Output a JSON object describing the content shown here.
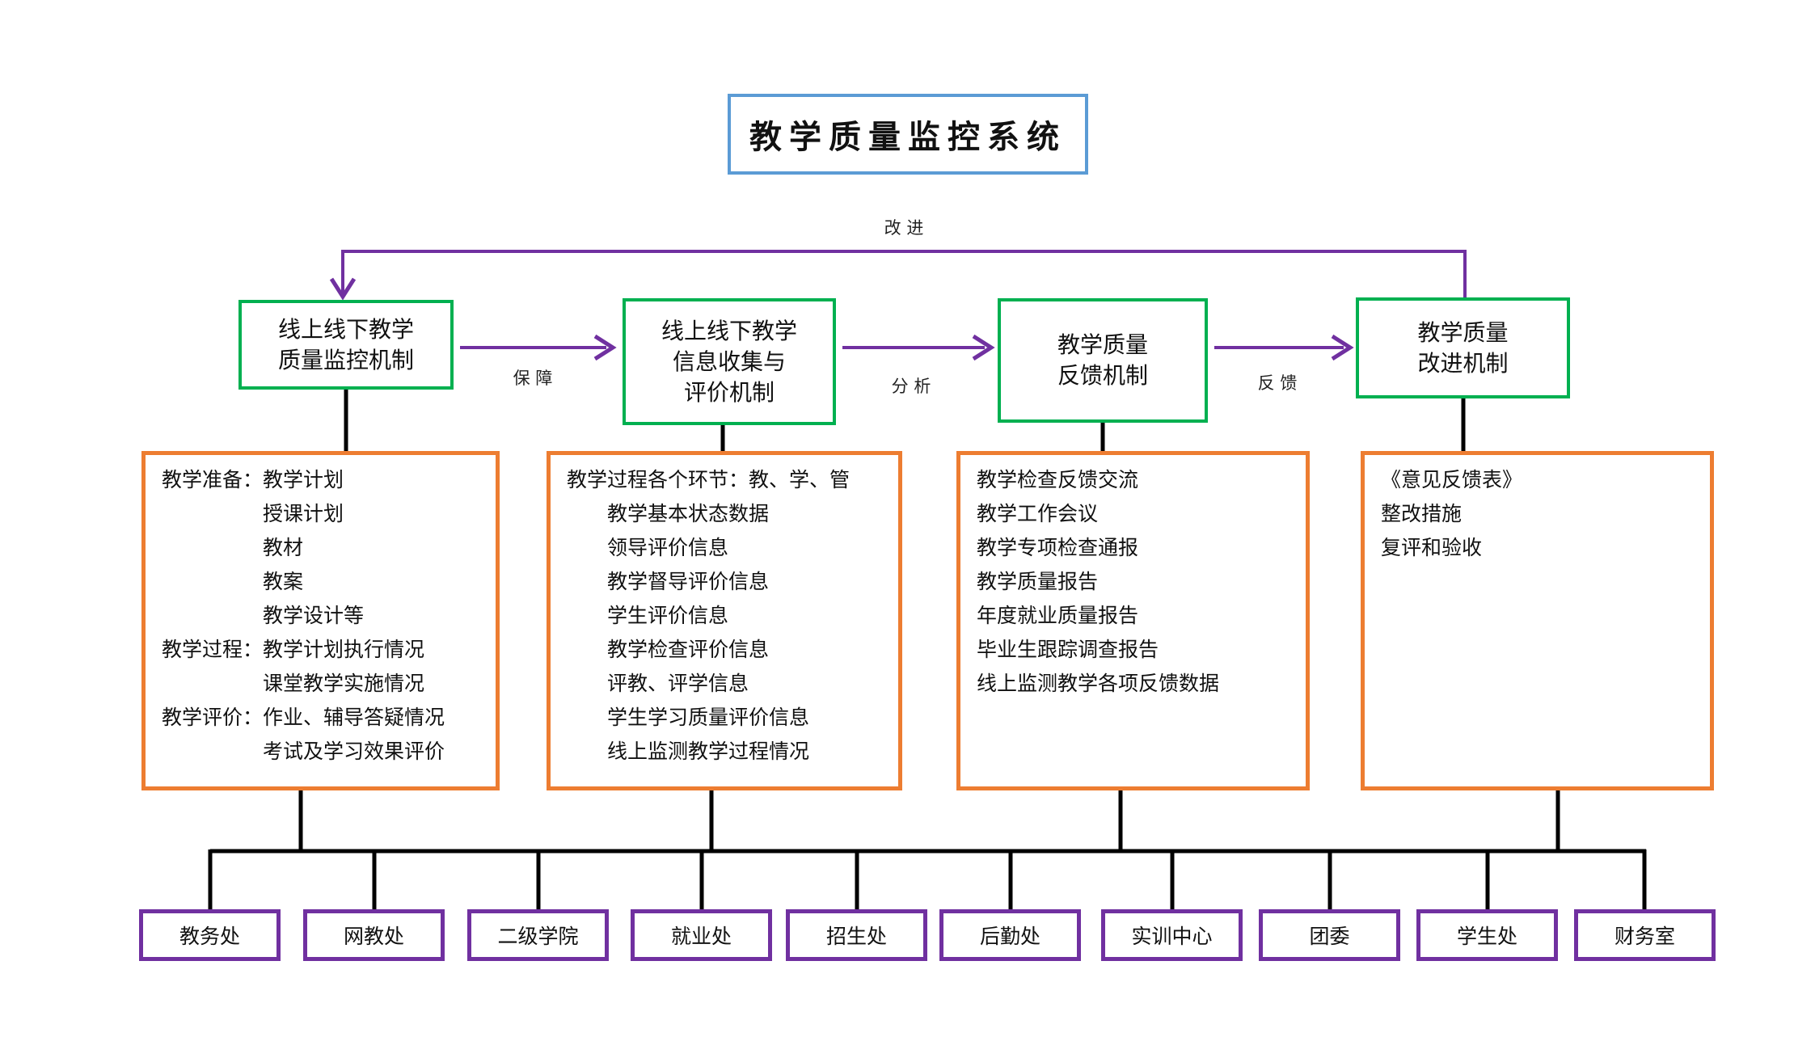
{
  "title": "教学质量监控系统",
  "palette": {
    "title_border": "#5B9BD5",
    "mechanism_border": "#00B050",
    "detail_border": "#ED7D31",
    "department_border": "#7030A0",
    "arrow_purple": "#7030A0",
    "connector_black": "#000000"
  },
  "flow_labels": {
    "improve": "改 进",
    "guarantee": "保 障",
    "analyze": "分 析",
    "feedback": "反 馈"
  },
  "mechanisms": [
    {
      "lines": [
        "线上线下教学",
        "质量监控机制"
      ]
    },
    {
      "lines": [
        "线上线下教学",
        "信息收集与",
        "评价机制"
      ]
    },
    {
      "lines": [
        "教学质量",
        "反馈机制"
      ]
    },
    {
      "lines": [
        "教学质量",
        "改进机制"
      ]
    }
  ],
  "details": [
    {
      "lines": [
        "教学准备：教学计划",
        "　　　　　授课计划",
        "　　　　　教材",
        "　　　　　教案",
        "　　　　　教学设计等",
        "教学过程：教学计划执行情况",
        "　　　　　课堂教学实施情况",
        "教学评价：作业、辅导答疑情况",
        "　　　　　考试及学习效果评价"
      ]
    },
    {
      "lines": [
        "教学过程各个环节：教、学、管",
        "　　教学基本状态数据",
        "　　领导评价信息",
        "　　教学督导评价信息",
        "　　学生评价信息",
        "　　教学检查评价信息",
        "　　评教、评学信息",
        "　　学生学习质量评价信息",
        "　　线上监测教学过程情况"
      ]
    },
    {
      "lines": [
        "教学检查反馈交流",
        "教学工作会议",
        "教学专项检查通报",
        "教学质量报告",
        "年度就业质量报告",
        "毕业生跟踪调查报告",
        "线上监测教学各项反馈数据"
      ]
    },
    {
      "lines": [
        "《意见反馈表》",
        "整改措施",
        "复评和验收"
      ]
    }
  ],
  "departments": [
    "教务处",
    "网教处",
    "二级学院",
    "就业处",
    "招生处",
    "后勤处",
    "实训中心",
    "团委",
    "学生处",
    "财务室"
  ]
}
